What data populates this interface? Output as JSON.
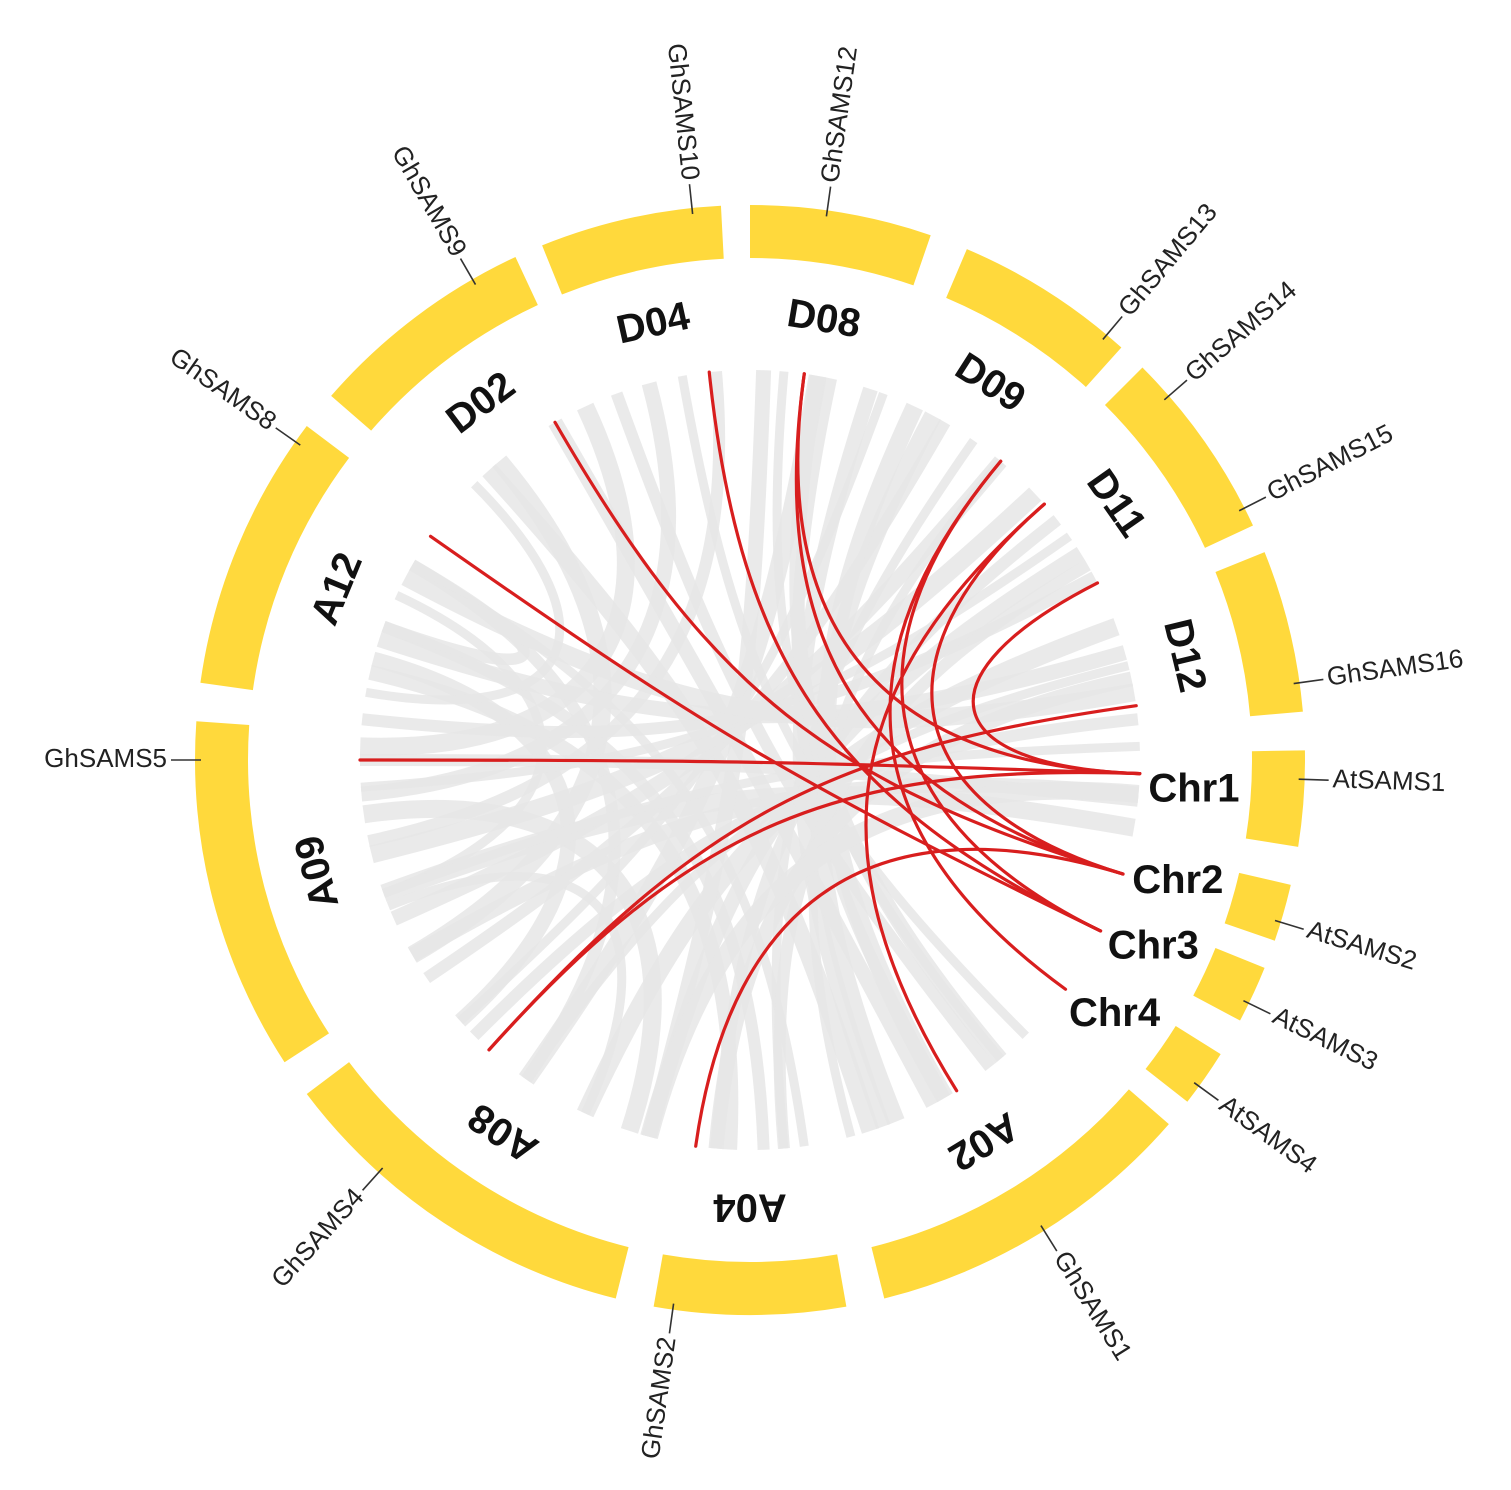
{
  "colors": {
    "block": "#FFD93C",
    "background_link": "#E6E6E6",
    "synteny_link": "#D81E1E"
  },
  "chromosomes": [
    {
      "id": "D08"
    },
    {
      "id": "D09"
    },
    {
      "id": "D11"
    },
    {
      "id": "D12"
    },
    {
      "id": "Chr1"
    },
    {
      "id": "Chr2"
    },
    {
      "id": "Chr3"
    },
    {
      "id": "Chr4"
    },
    {
      "id": "A02"
    },
    {
      "id": "A04"
    },
    {
      "id": "A08"
    },
    {
      "id": "A09"
    },
    {
      "id": "A12"
    },
    {
      "id": "D02"
    },
    {
      "id": "D04"
    }
  ],
  "genes": [
    {
      "name": "GhSAMS12",
      "chromosome": "D08"
    },
    {
      "name": "GhSAMS13",
      "chromosome": "D09"
    },
    {
      "name": "GhSAMS14",
      "chromosome": "D11"
    },
    {
      "name": "GhSAMS15",
      "chromosome": "D11"
    },
    {
      "name": "GhSAMS16",
      "chromosome": "D12"
    },
    {
      "name": "AtSAMS1",
      "chromosome": "Chr1"
    },
    {
      "name": "AtSAMS2",
      "chromosome": "Chr2"
    },
    {
      "name": "AtSAMS3",
      "chromosome": "Chr3"
    },
    {
      "name": "AtSAMS4",
      "chromosome": "Chr4"
    },
    {
      "name": "GhSAMS1",
      "chromosome": "A02"
    },
    {
      "name": "GhSAMS2",
      "chromosome": "A04"
    },
    {
      "name": "GhSAMS4",
      "chromosome": "A08"
    },
    {
      "name": "GhSAMS5",
      "chromosome": "A09"
    },
    {
      "name": "GhSAMS8",
      "chromosome": "A12"
    },
    {
      "name": "GhSAMS9",
      "chromosome": "D02"
    },
    {
      "name": "GhSAMS10",
      "chromosome": "D04"
    }
  ],
  "synteny_links": [
    {
      "from": "GhSAMS10",
      "to": "AtSAMS3"
    },
    {
      "from": "GhSAMS12",
      "to": "AtSAMS2"
    },
    {
      "from": "GhSAMS13",
      "to": "AtSAMS3"
    },
    {
      "from": "GhSAMS14",
      "to": "AtSAMS2"
    },
    {
      "from": "GhSAMS15",
      "to": "AtSAMS1"
    },
    {
      "from": "GhSAMS16",
      "to": "GhSAMS4"
    },
    {
      "from": "AtSAMS1",
      "to": "GhSAMS12"
    },
    {
      "from": "AtSAMS1",
      "to": "GhSAMS5"
    },
    {
      "from": "AtSAMS1",
      "to": "GhSAMS4"
    },
    {
      "from": "AtSAMS2",
      "to": "GhSAMS9"
    },
    {
      "from": "AtSAMS2",
      "to": "GhSAMS2"
    },
    {
      "from": "AtSAMS3",
      "to": "GhSAMS8"
    },
    {
      "from": "AtSAMS4",
      "to": "GhSAMS13"
    },
    {
      "from": "GhSAMS1",
      "to": "GhSAMS14"
    }
  ]
}
